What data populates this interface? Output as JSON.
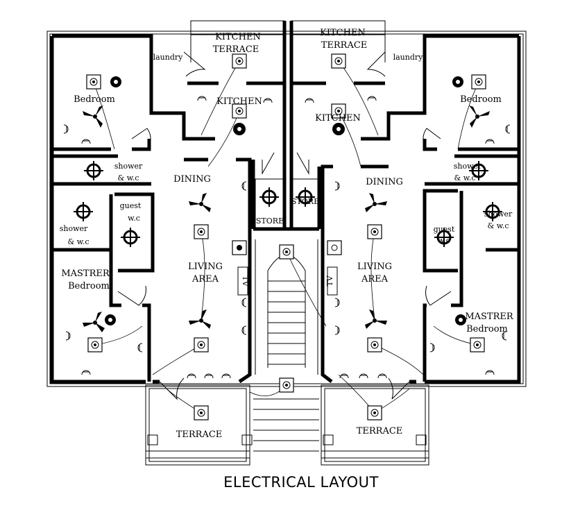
{
  "title": "ELECTRICAL LAYOUT",
  "rooms": {
    "left": {
      "kitchen_terrace_1": "KITCHEN",
      "kitchen_terrace_2": "TERRACE",
      "kitchen": "KITCHEN",
      "laundry": "laundry",
      "bedroom": "Bedroom",
      "shower_wc_1": "shower",
      "shower_wc_2": "& w.c",
      "dining": "DINING",
      "guest_wc_1": "guest",
      "guest_wc_2": "w.c",
      "shower2_1": "shower",
      "shower2_2": "& w.c",
      "store": "STORE",
      "master_1": "MASTRER",
      "master_2": "Bedroom",
      "living_1": "LIVING",
      "living_2": "AREA",
      "terrace": "TERRACE",
      "tv": "TV"
    },
    "right": {
      "kitchen_terrace_1": "KITCHEN",
      "kitchen_terrace_2": "TERRACE",
      "kitchen": "KITCHEN",
      "laundry": "laundry",
      "bedroom": "Bedroom",
      "shower_wc_1": "shower",
      "shower_wc_2": "& w.c",
      "dining": "DINING",
      "guest_wc_1": "guest",
      "guest_wc_2": "w.c",
      "shower2_1": "shower",
      "shower2_2": "& w.c",
      "store": "STORE",
      "master_1": "MASTRER",
      "master_2": "Bedroom",
      "living_1": "LIVING",
      "living_2": "AREA",
      "terrace": "TERRACE",
      "tv": "TV"
    }
  },
  "symbols": {
    "light_box": "ceiling-light-icon",
    "fan": "ceiling-fan-icon",
    "exhaust": "exhaust-fan-icon",
    "socket": "socket-icon",
    "round_light": "round-light-icon"
  }
}
